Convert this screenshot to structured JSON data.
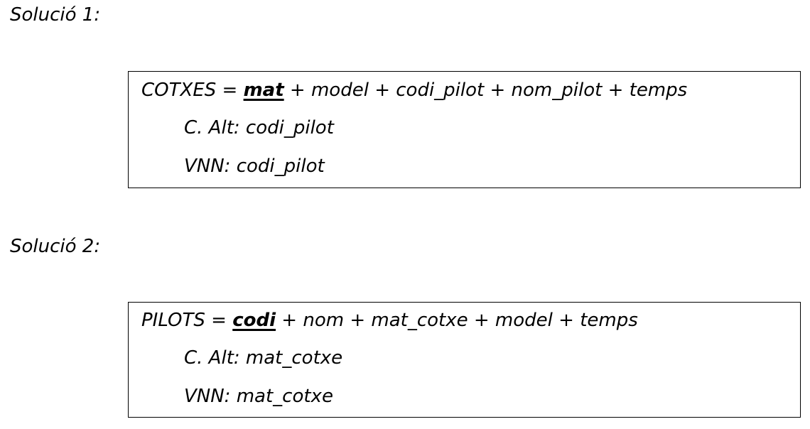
{
  "solutions": [
    {
      "heading": "Solució 1:",
      "table": "COTXES",
      "eq": " = ",
      "key": "mat",
      "rest": " + model + codi_pilot + nom_pilot + temps",
      "alt_label": "C. Alt: codi_pilot",
      "vnn_label": "VNN: codi_pilot"
    },
    {
      "heading": "Solució 2:",
      "table": "PILOTS",
      "eq": " = ",
      "key": "codi",
      "rest": " + nom + mat_cotxe + model + temps",
      "alt_label": "C. Alt: mat_cotxe",
      "vnn_label": "VNN: mat_cotxe"
    }
  ]
}
